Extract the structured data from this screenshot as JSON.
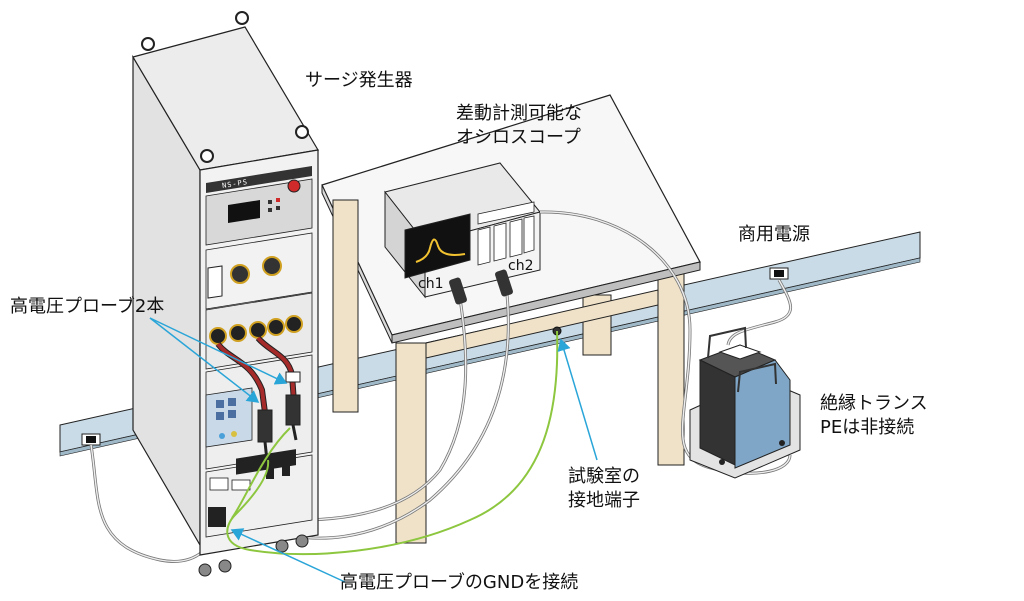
{
  "labels": {
    "surge_generator": "サージ発生器",
    "oscilloscope": [
      "差動計測可能な",
      "オシロスコープ"
    ],
    "commercial_power": "商用電源",
    "hv_probes": "高電圧プローブ2本",
    "isolation_transformer": [
      "絶縁トランス",
      "PEは非接続"
    ],
    "lab_ground": [
      "試験室の",
      "接地端子"
    ],
    "probe_gnd": "高電圧プローブのGNDを接続",
    "ch1": "ch1",
    "ch2": "ch2",
    "brand": "NS-PS"
  },
  "colors": {
    "outline": "#222222",
    "cabinet": "#f2f2f2",
    "table_top": "#f7f7f7",
    "table_edge": "#bfbfbf",
    "table_legs": "#efe2c8",
    "wall_duct": "#c9dbe6",
    "transformer": "#7fa6c6",
    "probe_cable": "#a52a2a",
    "ground_wire": "#8dc63f",
    "arrow": "#2aa5d8",
    "screen": "#111111",
    "waveform": "#f2c230"
  }
}
